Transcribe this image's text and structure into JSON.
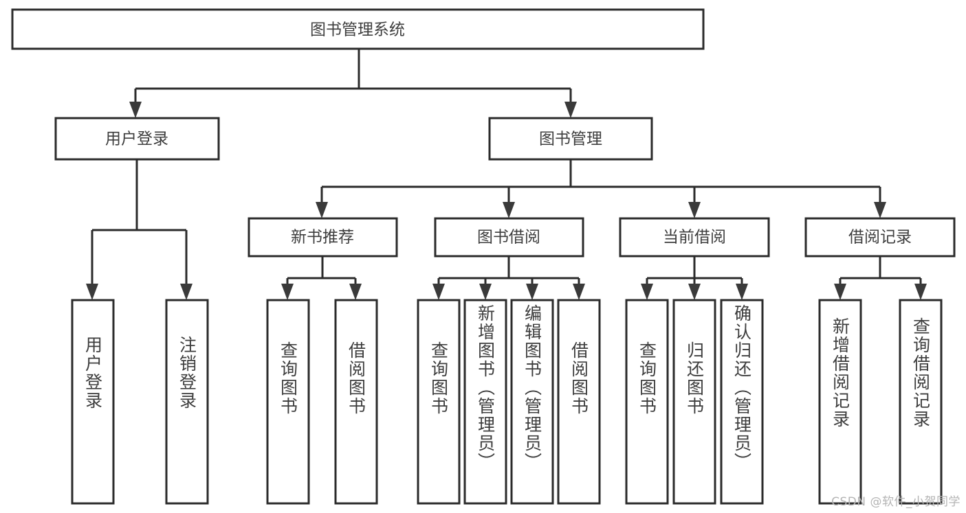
{
  "diagram": {
    "type": "tree-hierarchy",
    "title": "图书管理系统",
    "orientation": "top-down",
    "watermark": "CSDN @软件_小贺同学",
    "colors": {
      "border": "#2b2b2b",
      "text": "#3d3d3d",
      "background": "#ffffff",
      "watermark": "#b4b4b4"
    },
    "root": {
      "id": "root",
      "label": "图书管理系统"
    },
    "level1": [
      {
        "id": "user-login",
        "label": "用户登录"
      },
      {
        "id": "book-manage",
        "label": "图书管理"
      }
    ],
    "level2": [
      {
        "id": "new-book-rec",
        "label": "新书推荐",
        "parent": "book-manage"
      },
      {
        "id": "book-borrow",
        "label": "图书借阅",
        "parent": "book-manage"
      },
      {
        "id": "current-borrow",
        "label": "当前借阅",
        "parent": "book-manage"
      },
      {
        "id": "borrow-record",
        "label": "借阅记录",
        "parent": "book-manage"
      }
    ],
    "leaves": [
      {
        "id": "leaf-user-login",
        "label": "用户登录",
        "parent": "user-login"
      },
      {
        "id": "leaf-logout",
        "label": "注销登录",
        "parent": "user-login"
      },
      {
        "id": "leaf-query-book-1",
        "label": "查询图书",
        "parent": "new-book-rec"
      },
      {
        "id": "leaf-borrow-book-1",
        "label": "借阅图书",
        "parent": "new-book-rec"
      },
      {
        "id": "leaf-query-book-2",
        "label": "查询图书",
        "parent": "book-borrow"
      },
      {
        "id": "leaf-add-book",
        "label": "新增图书（管理员）",
        "parent": "book-borrow"
      },
      {
        "id": "leaf-edit-book",
        "label": "编辑图书（管理员）",
        "parent": "book-borrow"
      },
      {
        "id": "leaf-borrow-book-2",
        "label": "借阅图书",
        "parent": "book-borrow"
      },
      {
        "id": "leaf-query-book-3",
        "label": "查询图书",
        "parent": "current-borrow"
      },
      {
        "id": "leaf-return-book",
        "label": "归还图书",
        "parent": "current-borrow"
      },
      {
        "id": "leaf-confirm-return",
        "label": "确认归还（管理员）",
        "parent": "current-borrow"
      },
      {
        "id": "leaf-add-record",
        "label": "新增借阅记录",
        "parent": "borrow-record"
      },
      {
        "id": "leaf-query-record",
        "label": "查询借阅记录",
        "parent": "borrow-record"
      }
    ]
  }
}
